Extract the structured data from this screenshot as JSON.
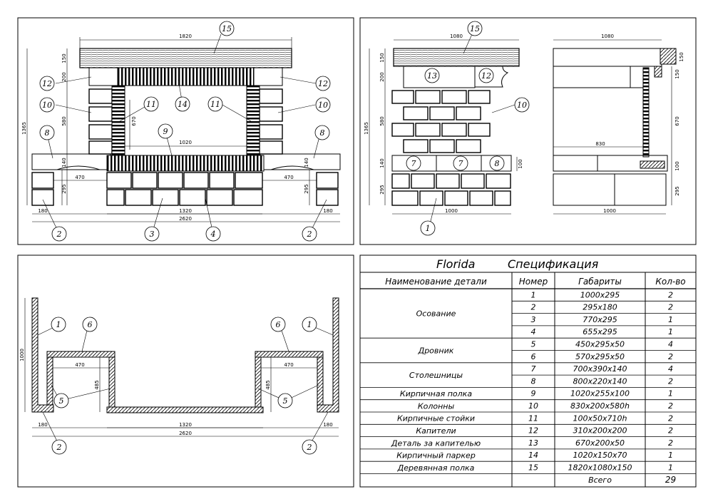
{
  "front_view": {
    "dims": {
      "top_width": "1820",
      "shelf_h": "150",
      "cap_h": "200",
      "column_h": "580",
      "total_h": "1365",
      "inner_h": "670",
      "inner_w": "1020",
      "base_h": "140",
      "leg_h": "295",
      "side_w": "470",
      "leg_w": "180",
      "bottom_w": "1320",
      "total_w": "2620"
    },
    "callouts": [
      "15",
      "12",
      "12",
      "14",
      "10",
      "11",
      "11",
      "10",
      "8",
      "9",
      "8",
      "2",
      "3",
      "4",
      "2"
    ]
  },
  "side_view": {
    "dims": {
      "top_width": "1080",
      "shelf_h": "150",
      "cap_h": "200",
      "column_h": "580",
      "total_h": "1365",
      "base_h": "140",
      "leg_h": "295",
      "base_w": "1000",
      "small": "100"
    },
    "callouts": [
      "15",
      "13",
      "12",
      "10",
      "7",
      "7",
      "8",
      "1"
    ]
  },
  "section_view": {
    "dims": {
      "top_width": "1080",
      "right_shelf": "150",
      "inner_h": "670",
      "depth": "830",
      "right_base": "100",
      "right_leg": "295",
      "bottom_w": "1000"
    }
  },
  "plan_view": {
    "dims": {
      "wall_h": "1000",
      "inner_w": "470",
      "inner_d": "485",
      "leg_w": "180",
      "bottom_w": "1320",
      "total_w": "2620"
    },
    "callouts": [
      "1",
      "6",
      "5",
      "2",
      "6",
      "1",
      "5",
      "2"
    ]
  },
  "spec": {
    "title_brand": "Florida",
    "title_word": "Спецификация",
    "headers": {
      "name": "Наименование детали",
      "num": "Номер",
      "dims": "Габариты",
      "qty": "Кол-во"
    },
    "groups": [
      {
        "name": "Осование",
        "rows": [
          {
            "num": "1",
            "dims": "1000x295",
            "qty": "2"
          },
          {
            "num": "2",
            "dims": "295x180",
            "qty": "2"
          },
          {
            "num": "3",
            "dims": "770x295",
            "qty": "1"
          },
          {
            "num": "4",
            "dims": "655x295",
            "qty": "1"
          }
        ]
      },
      {
        "name": "Дровник",
        "rows": [
          {
            "num": "5",
            "dims": "450x295x50",
            "qty": "4"
          },
          {
            "num": "6",
            "dims": "570x295x50",
            "qty": "2"
          }
        ]
      },
      {
        "name": "Столешницы",
        "rows": [
          {
            "num": "7",
            "dims": "700x390x140",
            "qty": "4"
          },
          {
            "num": "8",
            "dims": "800x220x140",
            "qty": "2"
          }
        ]
      },
      {
        "name": "Кирпичная полка",
        "rows": [
          {
            "num": "9",
            "dims": "1020x255x100",
            "qty": "1"
          }
        ]
      },
      {
        "name": "Колонны",
        "rows": [
          {
            "num": "10",
            "dims": "830x200x580h",
            "qty": "2"
          }
        ]
      },
      {
        "name": "Кирпичные стойки",
        "rows": [
          {
            "num": "11",
            "dims": "100x50x710h",
            "qty": "2"
          }
        ]
      },
      {
        "name": "Капители",
        "rows": [
          {
            "num": "12",
            "dims": "310x200x200",
            "qty": "2"
          }
        ]
      },
      {
        "name": "Деталь за капителью",
        "rows": [
          {
            "num": "13",
            "dims": "670x200x50",
            "qty": "2"
          }
        ]
      },
      {
        "name": "Кирпичный паркер",
        "rows": [
          {
            "num": "14",
            "dims": "1020x150x70",
            "qty": "1"
          }
        ]
      },
      {
        "name": "Деревянная полка",
        "rows": [
          {
            "num": "15",
            "dims": "1820x1080x150",
            "qty": "1"
          }
        ]
      }
    ],
    "total_label": "Всего",
    "total_qty": "29"
  }
}
